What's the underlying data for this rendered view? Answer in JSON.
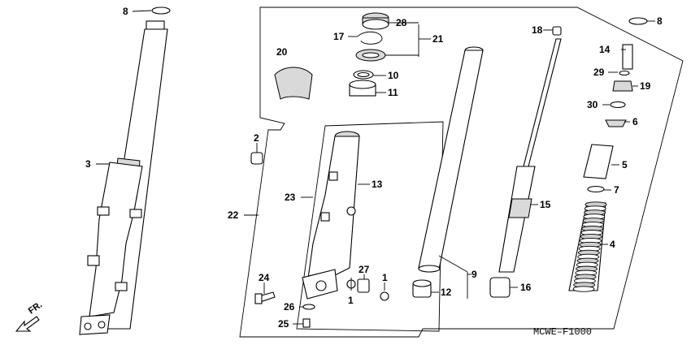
{
  "diagram_code": "MCWE–F1000",
  "direction_label": "FR.",
  "callouts": {
    "p1a": "1",
    "p1b": "1",
    "p2": "2",
    "p3": "3",
    "p4": "4",
    "p5": "5",
    "p6": "6",
    "p7": "7",
    "p8a": "8",
    "p8b": "8",
    "p9": "9",
    "p10": "10",
    "p11": "11",
    "p12": "12",
    "p13": "13",
    "p14": "14",
    "p15": "15",
    "p16": "16",
    "p17": "17",
    "p18": "18",
    "p19": "19",
    "p20": "20",
    "p21": "21",
    "p22": "22",
    "p23": "23",
    "p24": "24",
    "p25": "25",
    "p26": "26",
    "p27": "27",
    "p28": "28",
    "p29": "29",
    "p30": "30"
  },
  "colors": {
    "line": "#000000",
    "background": "#ffffff",
    "shade": "#d9d9d9"
  }
}
